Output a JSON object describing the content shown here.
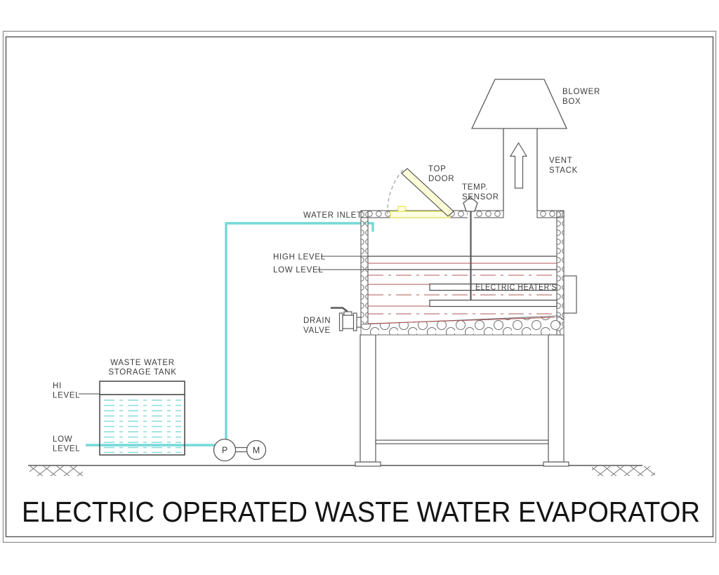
{
  "title_block": {
    "text": "ELECTRIC OPERATED WASTE WATER EVAPORATOR"
  },
  "labels": {
    "blower_box": [
      "BLOWER",
      "BOX"
    ],
    "vent_stack": [
      "VENT",
      "STACK"
    ],
    "top_door": [
      "TOP",
      "DOOR"
    ],
    "temp_sensor": [
      "TEMP.",
      "SENSOR"
    ],
    "water_inlet": "WATER INLET",
    "high_level": "HIGH LEVEL",
    "low_level": "LOW LEVEL",
    "electric_heaters": "ELECTRIC HEATER'S",
    "drain_valve": [
      "DRAIN",
      "VALVE"
    ],
    "storage_tank": [
      "WASTE WATER",
      "STORAGE TANK"
    ],
    "tank_hi_level": [
      "HI",
      "LEVEL"
    ],
    "tank_low_level": [
      "LOW",
      "LEVEL"
    ],
    "pump": "P",
    "motor": "M"
  },
  "colors": {
    "water_pipe_cyan": "#74d8d8",
    "water_dash_cyan": "#8adcdc",
    "level_heater_red": "#b25757",
    "door_yellow_fill": "#fbfbd8",
    "door_yellow_stroke": "#e3e35a",
    "drawing_line_gray": "#5a5a5a",
    "text_gray": "#3c3c3c"
  }
}
